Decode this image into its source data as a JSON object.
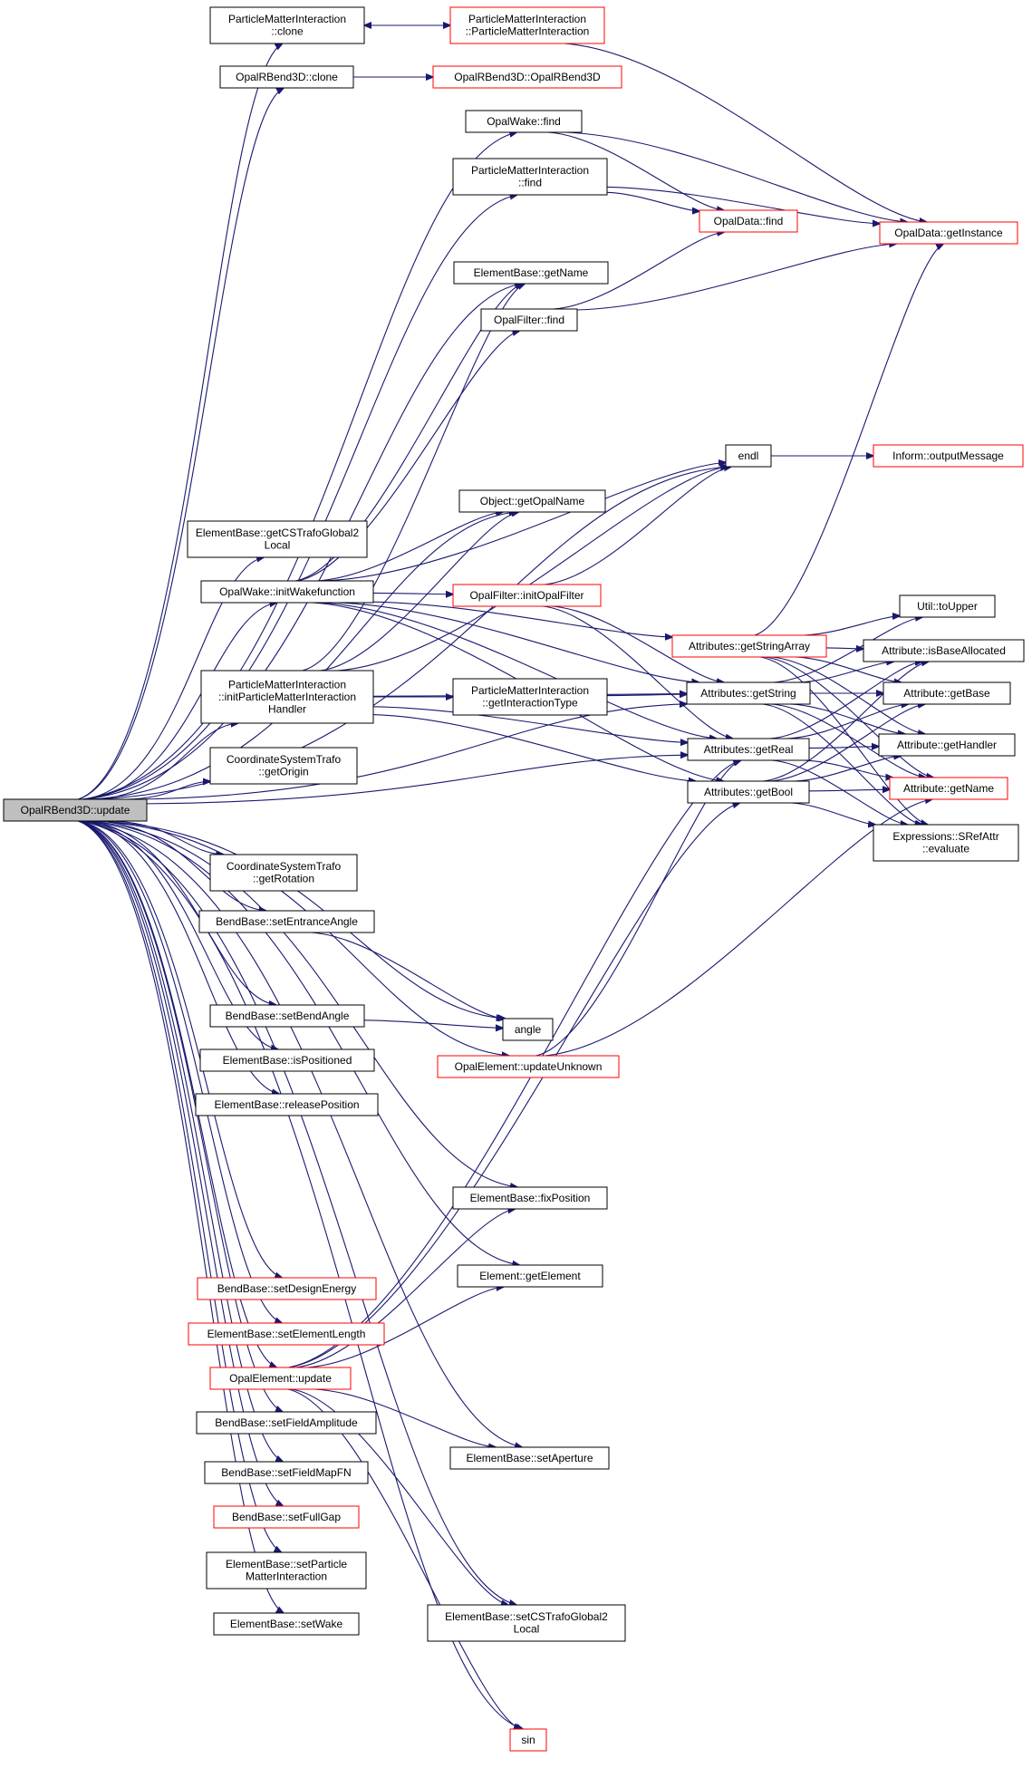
{
  "colors": {
    "edge": "#191970",
    "box_border": "#000000",
    "box_border_truncated": "#ff0000",
    "root_fill": "#bfbfbf"
  },
  "nodes": {
    "root": {
      "lines": [
        "OpalRBend3D::update"
      ],
      "kind": "root"
    },
    "pmi_clone": {
      "lines": [
        "ParticleMatterInteraction",
        "::clone"
      ],
      "kind": "normal"
    },
    "pmi_ctor": {
      "lines": [
        "ParticleMatterInteraction",
        "::ParticleMatterInteraction"
      ],
      "kind": "truncated"
    },
    "rbend_clone": {
      "lines": [
        "OpalRBend3D::clone"
      ],
      "kind": "normal"
    },
    "rbend_ctor": {
      "lines": [
        "OpalRBend3D::OpalRBend3D"
      ],
      "kind": "truncated"
    },
    "wake_find": {
      "lines": [
        "OpalWake::find"
      ],
      "kind": "normal"
    },
    "pmi_find": {
      "lines": [
        "ParticleMatterInteraction",
        "::find"
      ],
      "kind": "normal"
    },
    "opaldata_find": {
      "lines": [
        "OpalData::find"
      ],
      "kind": "truncated"
    },
    "opaldata_getinstance": {
      "lines": [
        "OpalData::getInstance"
      ],
      "kind": "truncated"
    },
    "eb_getname": {
      "lines": [
        "ElementBase::getName"
      ],
      "kind": "normal"
    },
    "filter_find": {
      "lines": [
        "OpalFilter::find"
      ],
      "kind": "normal"
    },
    "endl": {
      "lines": [
        "endl"
      ],
      "kind": "normal"
    },
    "inform_output": {
      "lines": [
        "Inform::outputMessage"
      ],
      "kind": "truncated"
    },
    "obj_getopalname": {
      "lines": [
        "Object::getOpalName"
      ],
      "kind": "normal"
    },
    "eb_getcstrafo": {
      "lines": [
        "ElementBase::getCSTrafoGlobal2",
        "Local"
      ],
      "kind": "normal"
    },
    "wake_init": {
      "lines": [
        "OpalWake::initWakefunction"
      ],
      "kind": "normal"
    },
    "filter_init": {
      "lines": [
        "OpalFilter::initOpalFilter"
      ],
      "kind": "truncated"
    },
    "util_toupper": {
      "lines": [
        "Util::toUpper"
      ],
      "kind": "normal"
    },
    "attrs_getstringarray": {
      "lines": [
        "Attributes::getStringArray"
      ],
      "kind": "truncated"
    },
    "attr_isbase": {
      "lines": [
        "Attribute::isBaseAllocated"
      ],
      "kind": "normal"
    },
    "pmi_inithandler": {
      "lines": [
        "ParticleMatterInteraction",
        "::initParticleMatterInteraction",
        "Handler"
      ],
      "kind": "normal"
    },
    "pmi_gettype": {
      "lines": [
        "ParticleMatterInteraction",
        "::getInteractionType"
      ],
      "kind": "normal"
    },
    "attrs_getstring": {
      "lines": [
        "Attributes::getString"
      ],
      "kind": "normal"
    },
    "attr_getbase": {
      "lines": [
        "Attribute::getBase"
      ],
      "kind": "normal"
    },
    "attr_gethandler": {
      "lines": [
        "Attribute::getHandler"
      ],
      "kind": "normal"
    },
    "cst_getorigin": {
      "lines": [
        "CoordinateSystemTrafo",
        "::getOrigin"
      ],
      "kind": "normal"
    },
    "attrs_getreal": {
      "lines": [
        "Attributes::getReal"
      ],
      "kind": "normal"
    },
    "attr_getname": {
      "lines": [
        "Attribute::getName"
      ],
      "kind": "truncated"
    },
    "attrs_getbool": {
      "lines": [
        "Attributes::getBool"
      ],
      "kind": "normal"
    },
    "expr_evaluate": {
      "lines": [
        "Expressions::SRefAttr",
        "::evaluate"
      ],
      "kind": "normal"
    },
    "cst_getrotation": {
      "lines": [
        "CoordinateSystemTrafo",
        "::getRotation"
      ],
      "kind": "normal"
    },
    "bb_setentrance": {
      "lines": [
        "BendBase::setEntranceAngle"
      ],
      "kind": "normal"
    },
    "bb_setbendangle": {
      "lines": [
        "BendBase::setBendAngle"
      ],
      "kind": "normal"
    },
    "angle": {
      "lines": [
        "angle"
      ],
      "kind": "normal"
    },
    "eb_ispositioned": {
      "lines": [
        "ElementBase::isPositioned"
      ],
      "kind": "normal"
    },
    "oe_updateunknown": {
      "lines": [
        "OpalElement::updateUnknown"
      ],
      "kind": "truncated"
    },
    "eb_releaseposition": {
      "lines": [
        "ElementBase::releasePosition"
      ],
      "kind": "normal"
    },
    "eb_fixposition": {
      "lines": [
        "ElementBase::fixPosition"
      ],
      "kind": "normal"
    },
    "el_getelement": {
      "lines": [
        "Element::getElement"
      ],
      "kind": "normal"
    },
    "bb_setdesignenergy": {
      "lines": [
        "BendBase::setDesignEnergy"
      ],
      "kind": "truncated"
    },
    "eb_setelementlength": {
      "lines": [
        "ElementBase::setElementLength"
      ],
      "kind": "truncated"
    },
    "oe_update": {
      "lines": [
        "OpalElement::update"
      ],
      "kind": "truncated"
    },
    "bb_setfieldamp": {
      "lines": [
        "BendBase::setFieldAmplitude"
      ],
      "kind": "normal"
    },
    "eb_setaperture": {
      "lines": [
        "ElementBase::setAperture"
      ],
      "kind": "normal"
    },
    "bb_setfieldmap": {
      "lines": [
        "BendBase::setFieldMapFN"
      ],
      "kind": "normal"
    },
    "bb_setfullgap": {
      "lines": [
        "BendBase::setFullGap"
      ],
      "kind": "truncated"
    },
    "eb_setpmi": {
      "lines": [
        "ElementBase::setParticle",
        "MatterInteraction"
      ],
      "kind": "normal"
    },
    "eb_setcstrafo": {
      "lines": [
        "ElementBase::setCSTrafoGlobal2",
        "Local"
      ],
      "kind": "normal"
    },
    "eb_setwake": {
      "lines": [
        "ElementBase::setWake"
      ],
      "kind": "normal"
    },
    "sin": {
      "lines": [
        "sin"
      ],
      "kind": "truncated"
    }
  },
  "edges": [
    [
      "root",
      "pmi_clone"
    ],
    [
      "root",
      "rbend_clone"
    ],
    [
      "root",
      "wake_find"
    ],
    [
      "root",
      "pmi_find"
    ],
    [
      "root",
      "eb_getname"
    ],
    [
      "root",
      "endl"
    ],
    [
      "root",
      "obj_getopalname"
    ],
    [
      "root",
      "eb_getcstrafo"
    ],
    [
      "root",
      "wake_init"
    ],
    [
      "root",
      "attrs_getstring"
    ],
    [
      "root",
      "pmi_inithandler"
    ],
    [
      "root",
      "cst_getorigin"
    ],
    [
      "root",
      "attrs_getreal"
    ],
    [
      "root",
      "cst_getrotation"
    ],
    [
      "root",
      "bb_setentrance"
    ],
    [
      "root",
      "angle"
    ],
    [
      "root",
      "bb_setbendangle"
    ],
    [
      "root",
      "eb_ispositioned"
    ],
    [
      "root",
      "oe_updateunknown"
    ],
    [
      "root",
      "eb_releaseposition"
    ],
    [
      "root",
      "eb_fixposition"
    ],
    [
      "root",
      "el_getelement"
    ],
    [
      "root",
      "bb_setdesignenergy"
    ],
    [
      "root",
      "eb_setelementlength"
    ],
    [
      "root",
      "oe_update"
    ],
    [
      "root",
      "bb_setfieldamp"
    ],
    [
      "root",
      "bb_setfieldmap"
    ],
    [
      "root",
      "bb_setfullgap"
    ],
    [
      "root",
      "eb_setpmi"
    ],
    [
      "root",
      "eb_setwake"
    ],
    [
      "root",
      "eb_setaperture"
    ],
    [
      "root",
      "eb_setcstrafo"
    ],
    [
      "root",
      "sin"
    ],
    [
      "pmi_clone",
      "pmi_ctor"
    ],
    [
      "pmi_ctor",
      "pmi_clone"
    ],
    [
      "pmi_ctor",
      "opaldata_getinstance"
    ],
    [
      "rbend_clone",
      "rbend_ctor"
    ],
    [
      "wake_find",
      "opaldata_find"
    ],
    [
      "wake_find",
      "opaldata_getinstance"
    ],
    [
      "pmi_find",
      "opaldata_find"
    ],
    [
      "pmi_find",
      "opaldata_getinstance"
    ],
    [
      "filter_find",
      "opaldata_find"
    ],
    [
      "filter_find",
      "opaldata_getinstance"
    ],
    [
      "endl",
      "inform_output"
    ],
    [
      "wake_init",
      "eb_getname"
    ],
    [
      "wake_init",
      "filter_find"
    ],
    [
      "wake_init",
      "endl"
    ],
    [
      "wake_init",
      "obj_getopalname"
    ],
    [
      "wake_init",
      "filter_init"
    ],
    [
      "wake_init",
      "attrs_getstringarray"
    ],
    [
      "wake_init",
      "attrs_getstring"
    ],
    [
      "wake_init",
      "attrs_getreal"
    ],
    [
      "wake_init",
      "attrs_getbool"
    ],
    [
      "filter_init",
      "endl"
    ],
    [
      "filter_init",
      "attrs_getstring"
    ],
    [
      "filter_init",
      "attrs_getreal"
    ],
    [
      "attrs_getstringarray",
      "opaldata_getinstance"
    ],
    [
      "attrs_getstringarray",
      "util_toupper"
    ],
    [
      "attrs_getstringarray",
      "attr_isbase"
    ],
    [
      "attrs_getstringarray",
      "attr_getbase"
    ],
    [
      "attrs_getstringarray",
      "attr_gethandler"
    ],
    [
      "attrs_getstringarray",
      "attr_getname"
    ],
    [
      "attrs_getstringarray",
      "expr_evaluate"
    ],
    [
      "pmi_inithandler",
      "eb_getname"
    ],
    [
      "pmi_inithandler",
      "endl"
    ],
    [
      "pmi_inithandler",
      "obj_getopalname"
    ],
    [
      "pmi_inithandler",
      "pmi_gettype"
    ],
    [
      "pmi_inithandler",
      "attrs_getstring"
    ],
    [
      "pmi_inithandler",
      "attrs_getreal"
    ],
    [
      "pmi_inithandler",
      "attrs_getbool"
    ],
    [
      "pmi_gettype",
      "attrs_getstring"
    ],
    [
      "attrs_getstring",
      "util_toupper"
    ],
    [
      "attrs_getstring",
      "attr_isbase"
    ],
    [
      "attrs_getstring",
      "attr_getbase"
    ],
    [
      "attrs_getstring",
      "attr_gethandler"
    ],
    [
      "attrs_getstring",
      "attr_getname"
    ],
    [
      "attrs_getstring",
      "expr_evaluate"
    ],
    [
      "attrs_getreal",
      "attr_isbase"
    ],
    [
      "attrs_getreal",
      "attr_getbase"
    ],
    [
      "attrs_getreal",
      "attr_gethandler"
    ],
    [
      "attrs_getreal",
      "attr_getname"
    ],
    [
      "attrs_getreal",
      "expr_evaluate"
    ],
    [
      "attrs_getbool",
      "attr_isbase"
    ],
    [
      "attrs_getbool",
      "attr_getbase"
    ],
    [
      "attrs_getbool",
      "attr_gethandler"
    ],
    [
      "attrs_getbool",
      "attr_getname"
    ],
    [
      "attrs_getbool",
      "expr_evaluate"
    ],
    [
      "bb_setentrance",
      "angle"
    ],
    [
      "bb_setbendangle",
      "angle"
    ],
    [
      "oe_updateunknown",
      "attrs_getreal"
    ],
    [
      "oe_updateunknown",
      "attr_getname"
    ],
    [
      "oe_update",
      "eb_fixposition"
    ],
    [
      "oe_update",
      "el_getelement"
    ],
    [
      "oe_update",
      "attrs_getreal"
    ],
    [
      "oe_update",
      "attrs_getbool"
    ],
    [
      "oe_update",
      "eb_setaperture"
    ],
    [
      "oe_update",
      "eb_setcstrafo"
    ],
    [
      "oe_update",
      "sin"
    ]
  ]
}
